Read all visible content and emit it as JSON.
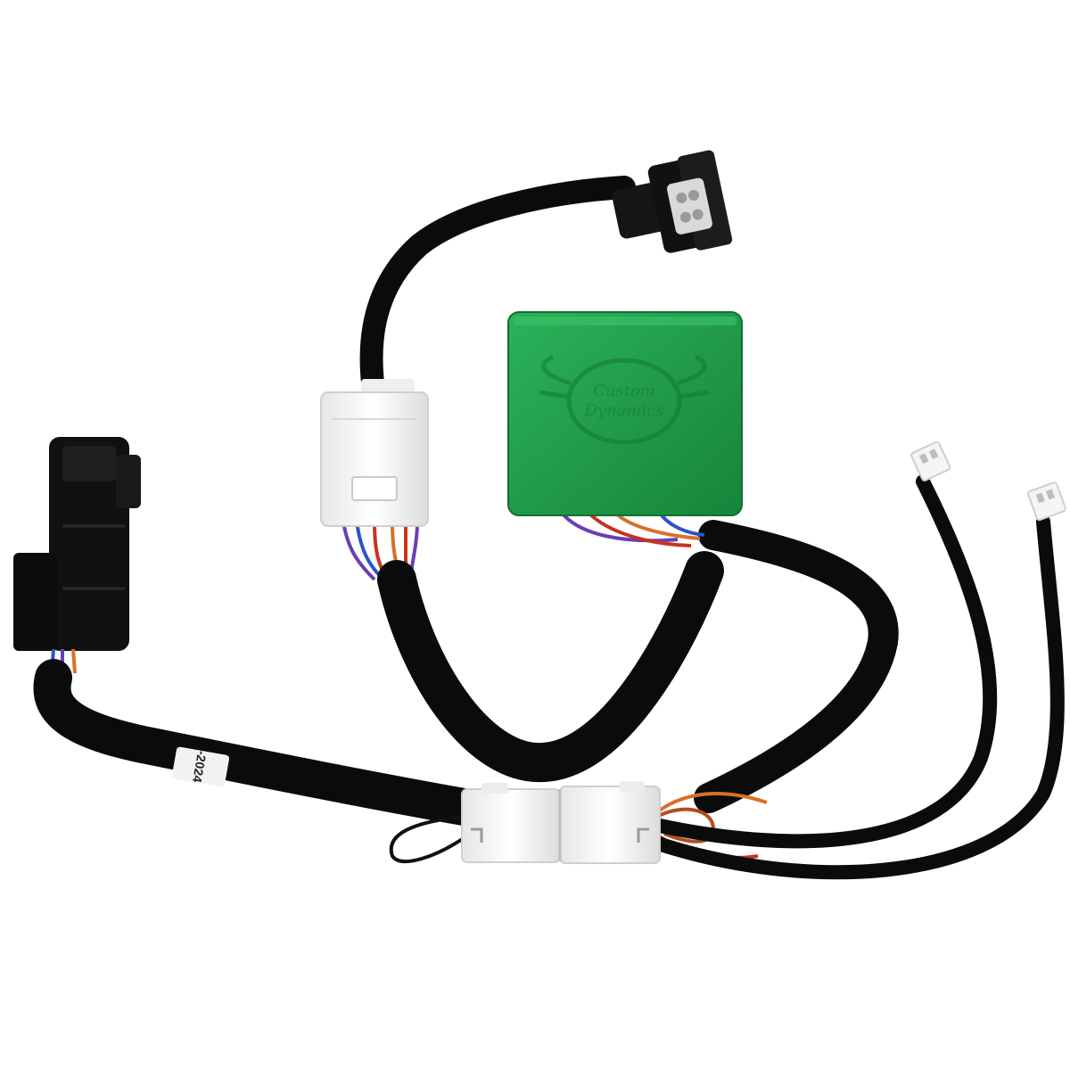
{
  "photo": {
    "background": "#ffffff",
    "module": {
      "color": "#1f9a46",
      "logo_text_line1": "Custom",
      "logo_text_line2": "Dynamics"
    },
    "cable_label": "-2024",
    "colors": {
      "cable": "#0b0b0b",
      "connector_white": "#f3f3f3",
      "connector_black": "#111111",
      "wire_red": "#c8331f",
      "wire_purple": "#6a3fb5",
      "wire_orange": "#d8702a",
      "wire_blue": "#2c54c8"
    }
  }
}
